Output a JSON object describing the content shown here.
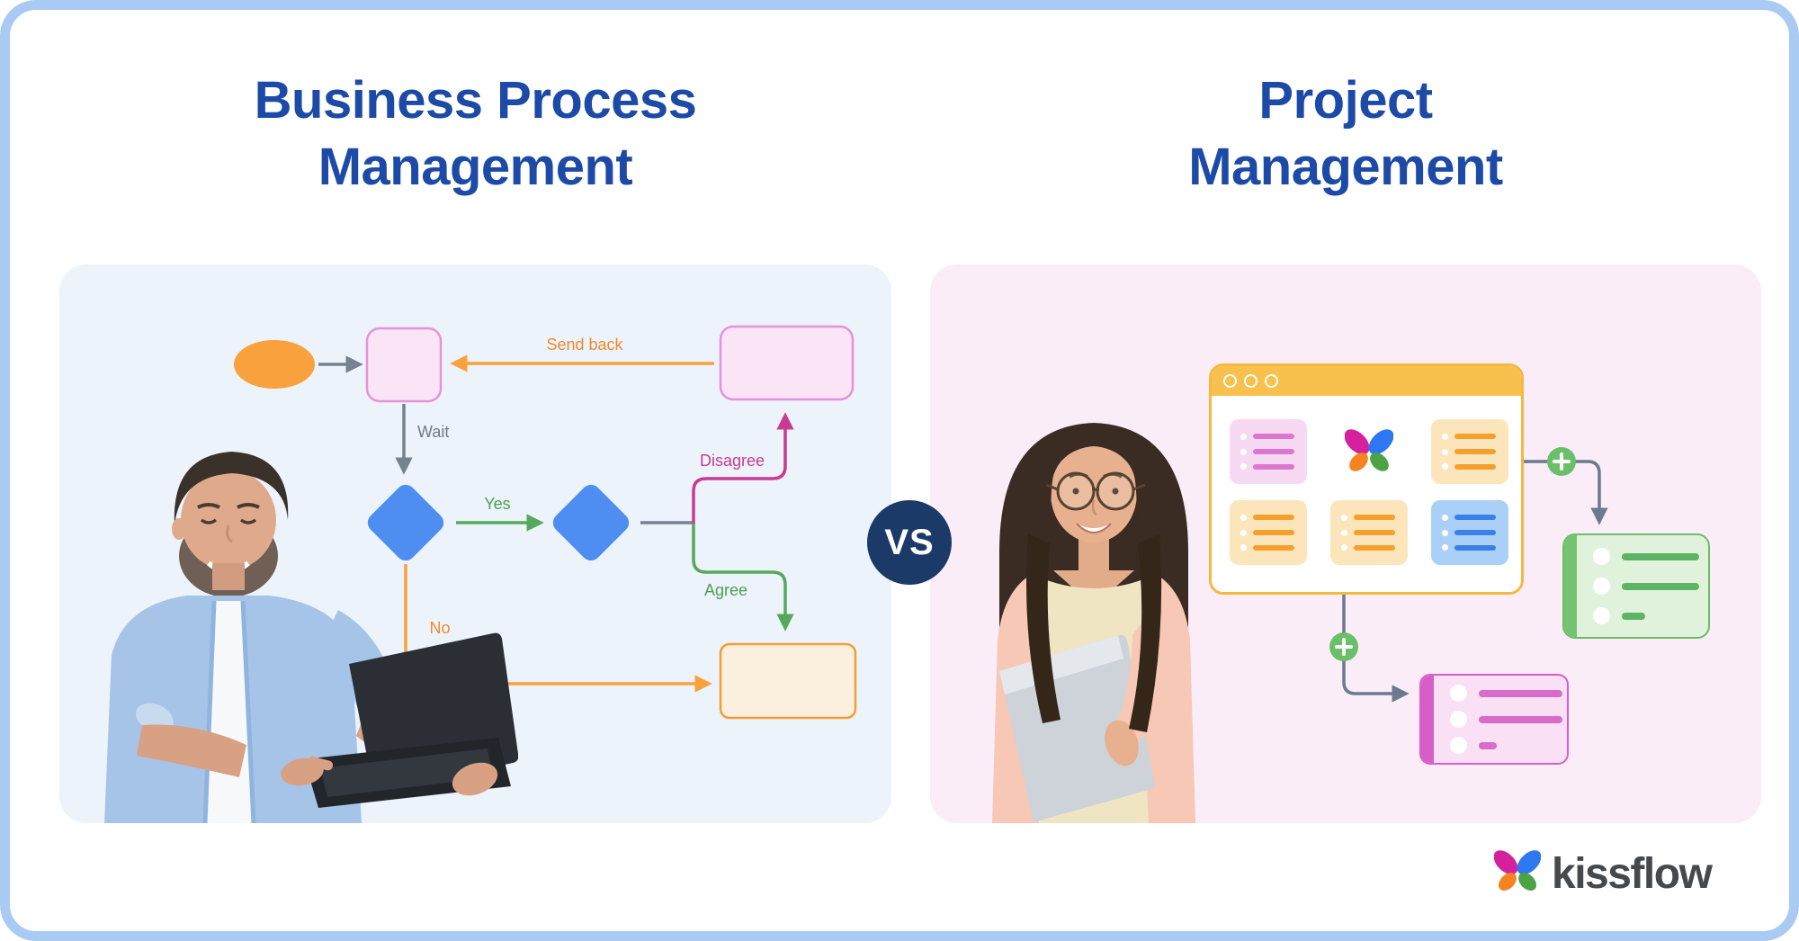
{
  "header": {
    "left_title": [
      "Business Process",
      "Management"
    ],
    "right_title": [
      "Project",
      "Management"
    ]
  },
  "vs_badge": {
    "label": "VS"
  },
  "left_panel": {
    "description": "BPM flowchart illustration with man holding laptop",
    "flowchart_labels": {
      "send_back": "Send back",
      "wait": "Wait",
      "yes": "Yes",
      "no": "No",
      "disagree": "Disagree",
      "agree": "Agree"
    }
  },
  "right_panel": {
    "description": "Project board window illustration with woman holding laptop",
    "window": {
      "controls": 3,
      "cards": [
        {
          "type": "list",
          "color": "pink"
        },
        {
          "type": "logo"
        },
        {
          "type": "list",
          "color": "orange"
        },
        {
          "type": "list",
          "color": "orange"
        },
        {
          "type": "list",
          "color": "orange"
        },
        {
          "type": "list",
          "color": "blue"
        }
      ]
    }
  },
  "footer": {
    "brand": "kissflow"
  },
  "icons": {
    "window_controls": "three outlined circles",
    "plus": "+",
    "kissflow_butterfly": "four-petal butterfly mark",
    "arrows": "flowchart connector arrows"
  },
  "colors": {
    "title_blue": "#1C4AA6",
    "frame_border": "#A9CBF3",
    "panel_left_bg": "#EDF3FB",
    "panel_right_bg": "#FAEDF8",
    "navy_vs": "#1B3A68",
    "orange": "#F9A13D",
    "pink_node_fill": "#F9E5F6",
    "pink_node_stroke": "#E890D9",
    "diamond_blue": "#4E8EF1",
    "green": "#56A95C",
    "magenta": "#C73B92",
    "gray_connector": "#76828F",
    "cream_node_fill": "#FBF0DD",
    "window_bar": "#F8C14D",
    "window_border": "#F5B940",
    "plus_green": "#6ABF69",
    "butterfly_magenta": "#D6219C",
    "butterfly_blue": "#2D77F1",
    "butterfly_orange": "#F5831F",
    "butterfly_green": "#4BA346",
    "wordmark_gray": "#45484C"
  }
}
